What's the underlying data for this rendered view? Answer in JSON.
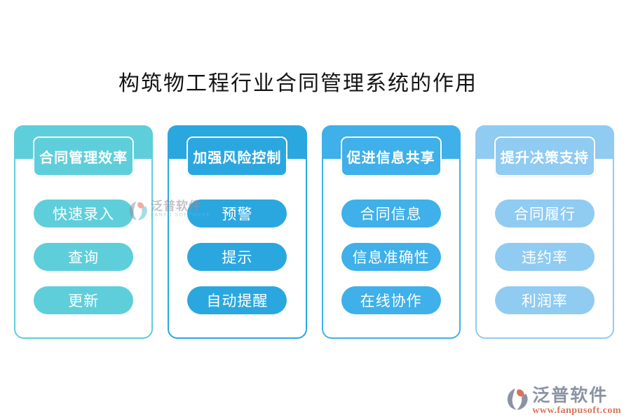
{
  "title": "构筑物工程行业合同管理系统的作用",
  "columns": [
    {
      "header": "合同管理效率",
      "color": "#5FCEDB",
      "items": [
        "快速录入",
        "查询",
        "更新"
      ]
    },
    {
      "header": "加强风险控制",
      "color": "#2BA7E0",
      "items": [
        "预警",
        "提示",
        "自动提醒"
      ]
    },
    {
      "header": "促进信息共享",
      "color": "#3FB0E9",
      "items": [
        "合同信息",
        "信息准确性",
        "在线协作"
      ]
    },
    {
      "header": "提升决策支持",
      "color": "#90CBF2",
      "items": [
        "合同履行",
        "违约率",
        "利润率"
      ]
    }
  ],
  "watermark": {
    "brand": "泛普软件",
    "subtitle": "FANPU SOFTWARE"
  },
  "footer": {
    "brand": "泛普软件",
    "url": "www.fanpusoft.com"
  },
  "brand": {
    "gray": "#8B93A3",
    "salmon": "#D97257",
    "teal": "#5bc2d4"
  }
}
